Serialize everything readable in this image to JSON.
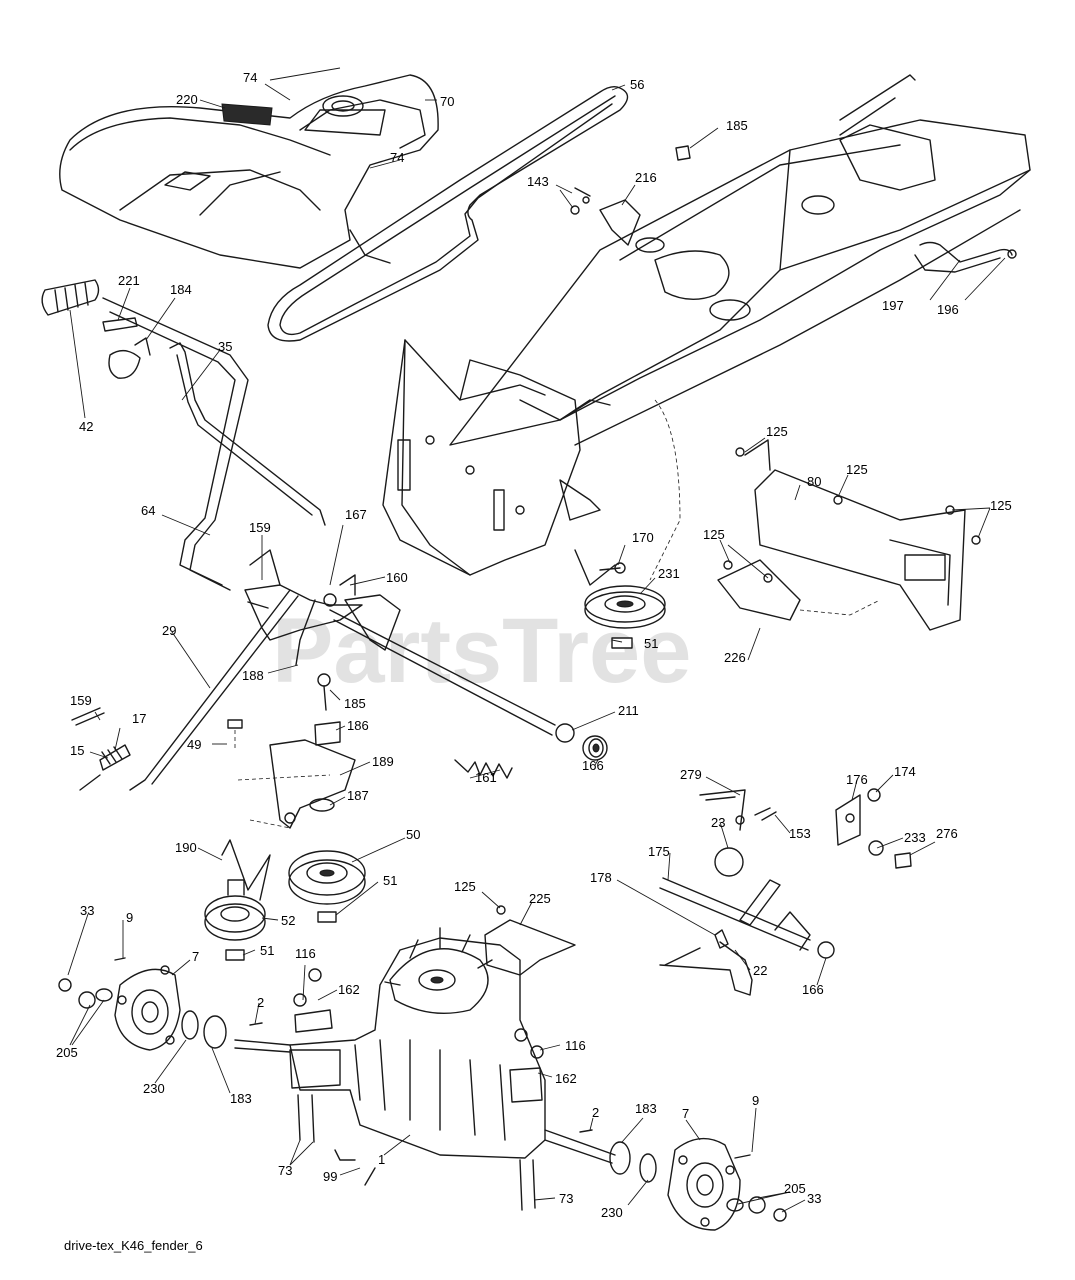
{
  "watermark": "PartsTree",
  "caption": "drive-tex_K46_fender_6",
  "callouts": {
    "c74a": "74",
    "c74b": "74",
    "c70": "70",
    "c220": "220",
    "c56": "56",
    "c185a": "185",
    "c143": "143",
    "c216": "216",
    "c221": "221",
    "c184": "184",
    "c35": "35",
    "c42": "42",
    "c197": "197",
    "c196": "196",
    "c64": "64",
    "c159a": "159",
    "c167": "167",
    "c160": "160",
    "c125a": "125",
    "c125b": "125",
    "c80": "80",
    "c125c": "125",
    "c125d": "125",
    "c170": "170",
    "c231": "231",
    "c51a": "51",
    "c226": "226",
    "c29": "29",
    "c188": "188",
    "c185b": "185",
    "c159b": "159",
    "c17": "17",
    "c15": "15",
    "c49": "49",
    "c186": "186",
    "c189": "189",
    "c187": "187",
    "c161": "161",
    "c211": "211",
    "c166a": "166",
    "c279": "279",
    "c176": "176",
    "c174": "174",
    "c153": "153",
    "c23": "23",
    "c233": "233",
    "c276": "276",
    "c190": "190",
    "c50": "50",
    "c51b": "51",
    "c175": "175",
    "c178": "178",
    "c33a": "33",
    "c9a": "9",
    "c52": "52",
    "c51c": "51",
    "c7a": "7",
    "c125e": "125",
    "c225": "225",
    "c116a": "116",
    "c162a": "162",
    "c2a": "2",
    "c205a": "205",
    "c22": "22",
    "c166b": "166",
    "c230a": "230",
    "c183a": "183",
    "c116b": "116",
    "c162b": "162",
    "c73a": "73",
    "c99": "99",
    "c1": "1",
    "c73b": "73",
    "c2b": "2",
    "c183b": "183",
    "c7b": "7",
    "c9b": "9",
    "c205b": "205",
    "c230b": "230",
    "c33b": "33"
  }
}
